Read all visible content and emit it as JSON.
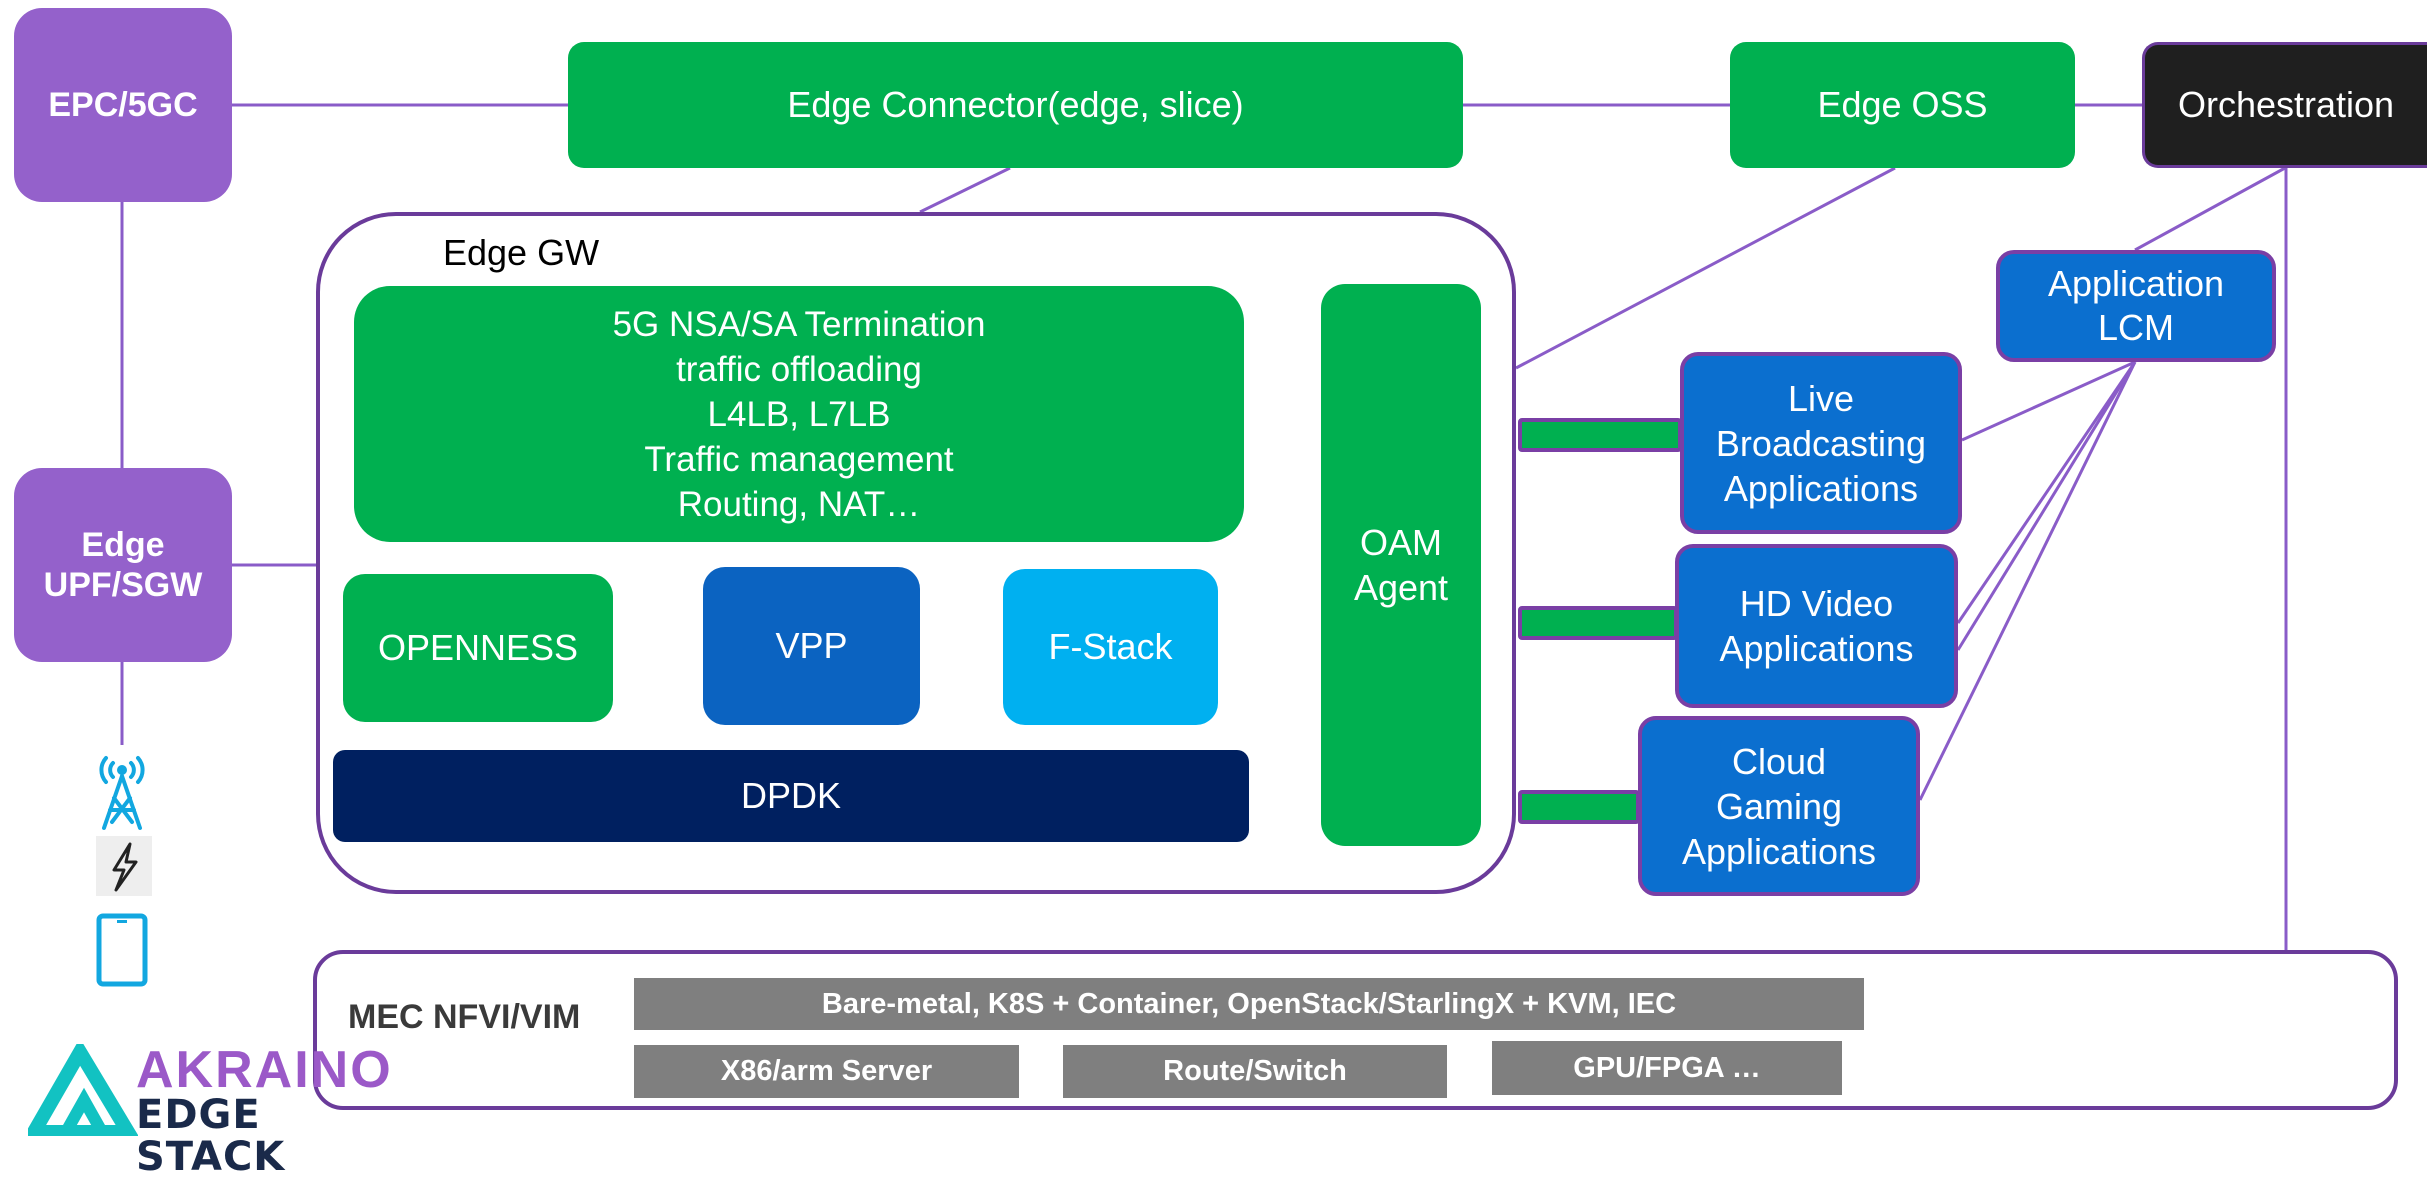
{
  "core": {
    "epc": "EPC/5GC",
    "upf": "Edge\nUPF/SGW"
  },
  "top": {
    "connector": "Edge Connector(edge, slice)",
    "oss": "Edge OSS",
    "orchestration": "Orchestration"
  },
  "gw": {
    "title": "Edge GW",
    "termination": "5G NSA/SA Termination\ntraffic offloading\nL4LB, L7LB\nTraffic management\nRouting, NAT…",
    "openness": "OPENNESS",
    "vpp": "VPP",
    "fstack": "F-Stack",
    "dpdk": "DPDK",
    "oam": "OAM\nAgent"
  },
  "apps": {
    "lcm": "Application\nLCM",
    "live": "Live\nBroadcasting\nApplications",
    "hd": "HD Video\nApplications",
    "cloud": "Cloud\nGaming\nApplications"
  },
  "nfvi": {
    "label": "MEC NFVI/VIM",
    "platform": "Bare-metal, K8S + Container, OpenStack/StarlingX + KVM, IEC",
    "server": "X86/arm Server",
    "switch": "Route/Switch",
    "gpu": "GPU/FPGA …"
  },
  "logo": {
    "line1": "AKRAINO",
    "line2": "EDGE STACK"
  },
  "colors": {
    "green": "#00b050",
    "purple": "#9461cb",
    "line": "#8a5cc8",
    "blue": "#0b63c1",
    "navy": "#002060",
    "cyan": "#00b0f0",
    "dark": "#1f1f1f",
    "gray": "#7f7f7f",
    "teal": "#12c2c2"
  }
}
